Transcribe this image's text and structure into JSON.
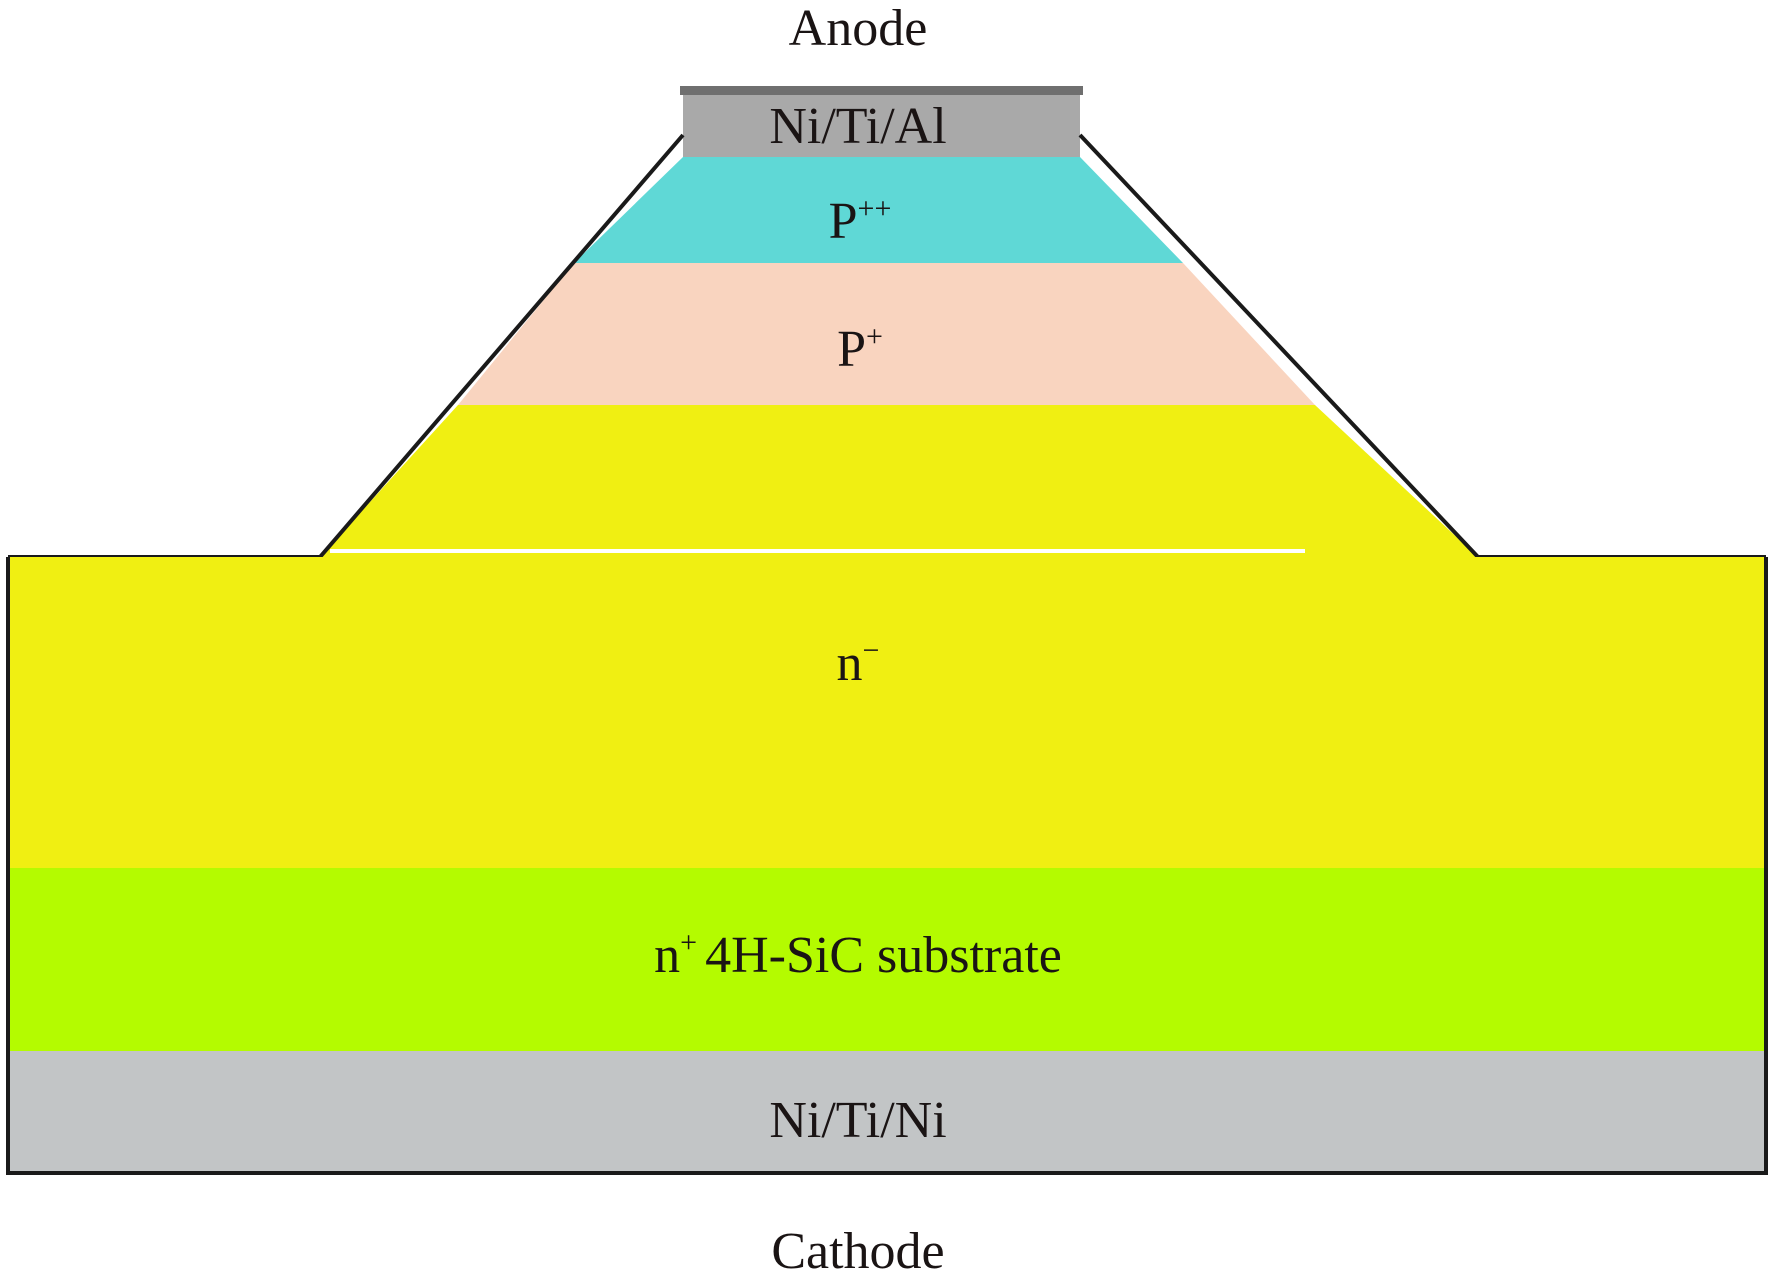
{
  "labels": {
    "anode": "Anode",
    "anode_metal": "Ni/Ti/Al",
    "p_plus_plus_base": "P",
    "p_plus_plus_sup": "++",
    "p_plus_base": "P",
    "p_plus_sup": "+",
    "n_minus_base": "n",
    "n_minus_sup": "−",
    "substrate_sup": "+",
    "substrate_text": "4H-SiC substrate",
    "substrate_base": "n",
    "cathode_metal": "Ni/Ti/Ni",
    "cathode": "Cathode"
  },
  "colors": {
    "anode_metal": "#a9a9a9",
    "anode_metal_top": "#6f6f6f",
    "p_plus_plus": "#5fd8d6",
    "p_plus": "#f9d4bf",
    "n_minus": "#f0ef12",
    "substrate": "#b4fb00",
    "cathode_metal": "#c2c5c6",
    "outline": "#1a1a1a"
  }
}
